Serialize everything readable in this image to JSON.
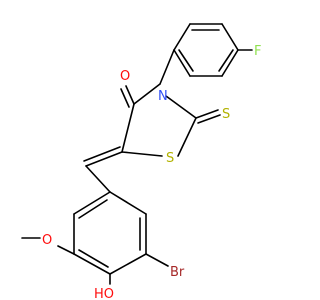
{
  "colors": {
    "bond": "#000000",
    "oxygen": "#ff0d0d",
    "nitrogen": "#3050f8",
    "sulfur": "#b2b200",
    "fluorine": "#90e050",
    "bromine": "#a62929",
    "carbon": "#000000"
  },
  "atoms": {
    "O_carbonyl": "O",
    "N_ring": "N",
    "S_ring": "S",
    "S_thione": "S",
    "F": "F",
    "Br": "Br",
    "O_methoxy": "O",
    "HO": "HO"
  }
}
